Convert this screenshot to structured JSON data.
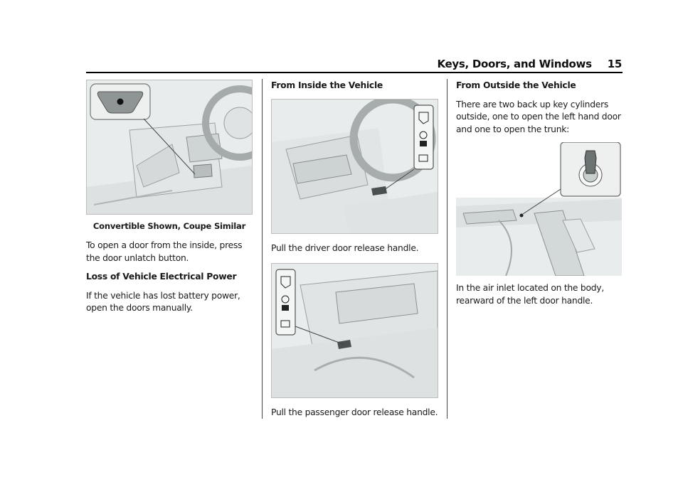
{
  "header": {
    "title": "Keys, Doors, and Windows",
    "page_number": "15"
  },
  "column1": {
    "figure_caption": "Convertible Shown, Coupe Similar",
    "para1": "To open a door from the inside, press the door unlatch button.",
    "heading": "Loss of Vehicle Electrical Power",
    "para2": "If the vehicle has lost battery power, open the doors manually."
  },
  "column2": {
    "heading": "From Inside the Vehicle",
    "para1": "Pull the driver door release handle.",
    "para2": "Pull the passenger door release handle."
  },
  "column3": {
    "heading": "From Outside the Vehicle",
    "para1": "There are two back up key cylinders outside, one to open the left hand door and one to open the trunk:",
    "para2": "In the air inlet located on the body, rearward of the left door handle."
  }
}
